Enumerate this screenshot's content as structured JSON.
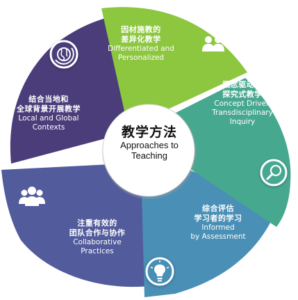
{
  "center": {
    "title_zh": "教学方法",
    "title_en_line1": "Approaches to",
    "title_en_line2": "Teaching"
  },
  "segments": [
    {
      "id": "differentiated",
      "color": "#8dc63f",
      "icon": "people-icon",
      "zh_line1": "因材施教的",
      "zh_line2": "差异化教学",
      "en_line1": "Differentiated and",
      "en_line2": "Personalized"
    },
    {
      "id": "concept-driven",
      "color": "#47a890",
      "icon": "magnifier-icon",
      "zh_line1": "概念驱动的",
      "zh_line2": "探究式教学",
      "en_line1": "Concept Driven",
      "en_line2": "Transdisciplinary",
      "en_line3": "Inquiry"
    },
    {
      "id": "assessment",
      "color": "#4a8fb5",
      "icon": "lightbulb-icon",
      "zh_line1": "综合评估",
      "zh_line2": "学习者的学习",
      "en_line1": "Informed",
      "en_line2": "by Assessment"
    },
    {
      "id": "collaborative",
      "color": "#525b9c",
      "icon": "group-icon",
      "zh_line1": "注重有效的",
      "zh_line2": "团队合作与协作",
      "en_line1": "Collaborative",
      "en_line2": "Practices"
    },
    {
      "id": "local-global",
      "color": "#4a3d7a",
      "icon": "globe-icon",
      "zh_line1": "结合当地和",
      "zh_line2": "全球背景开展教学",
      "en_line1": "Local and Global",
      "en_line2": "Contexts"
    }
  ]
}
